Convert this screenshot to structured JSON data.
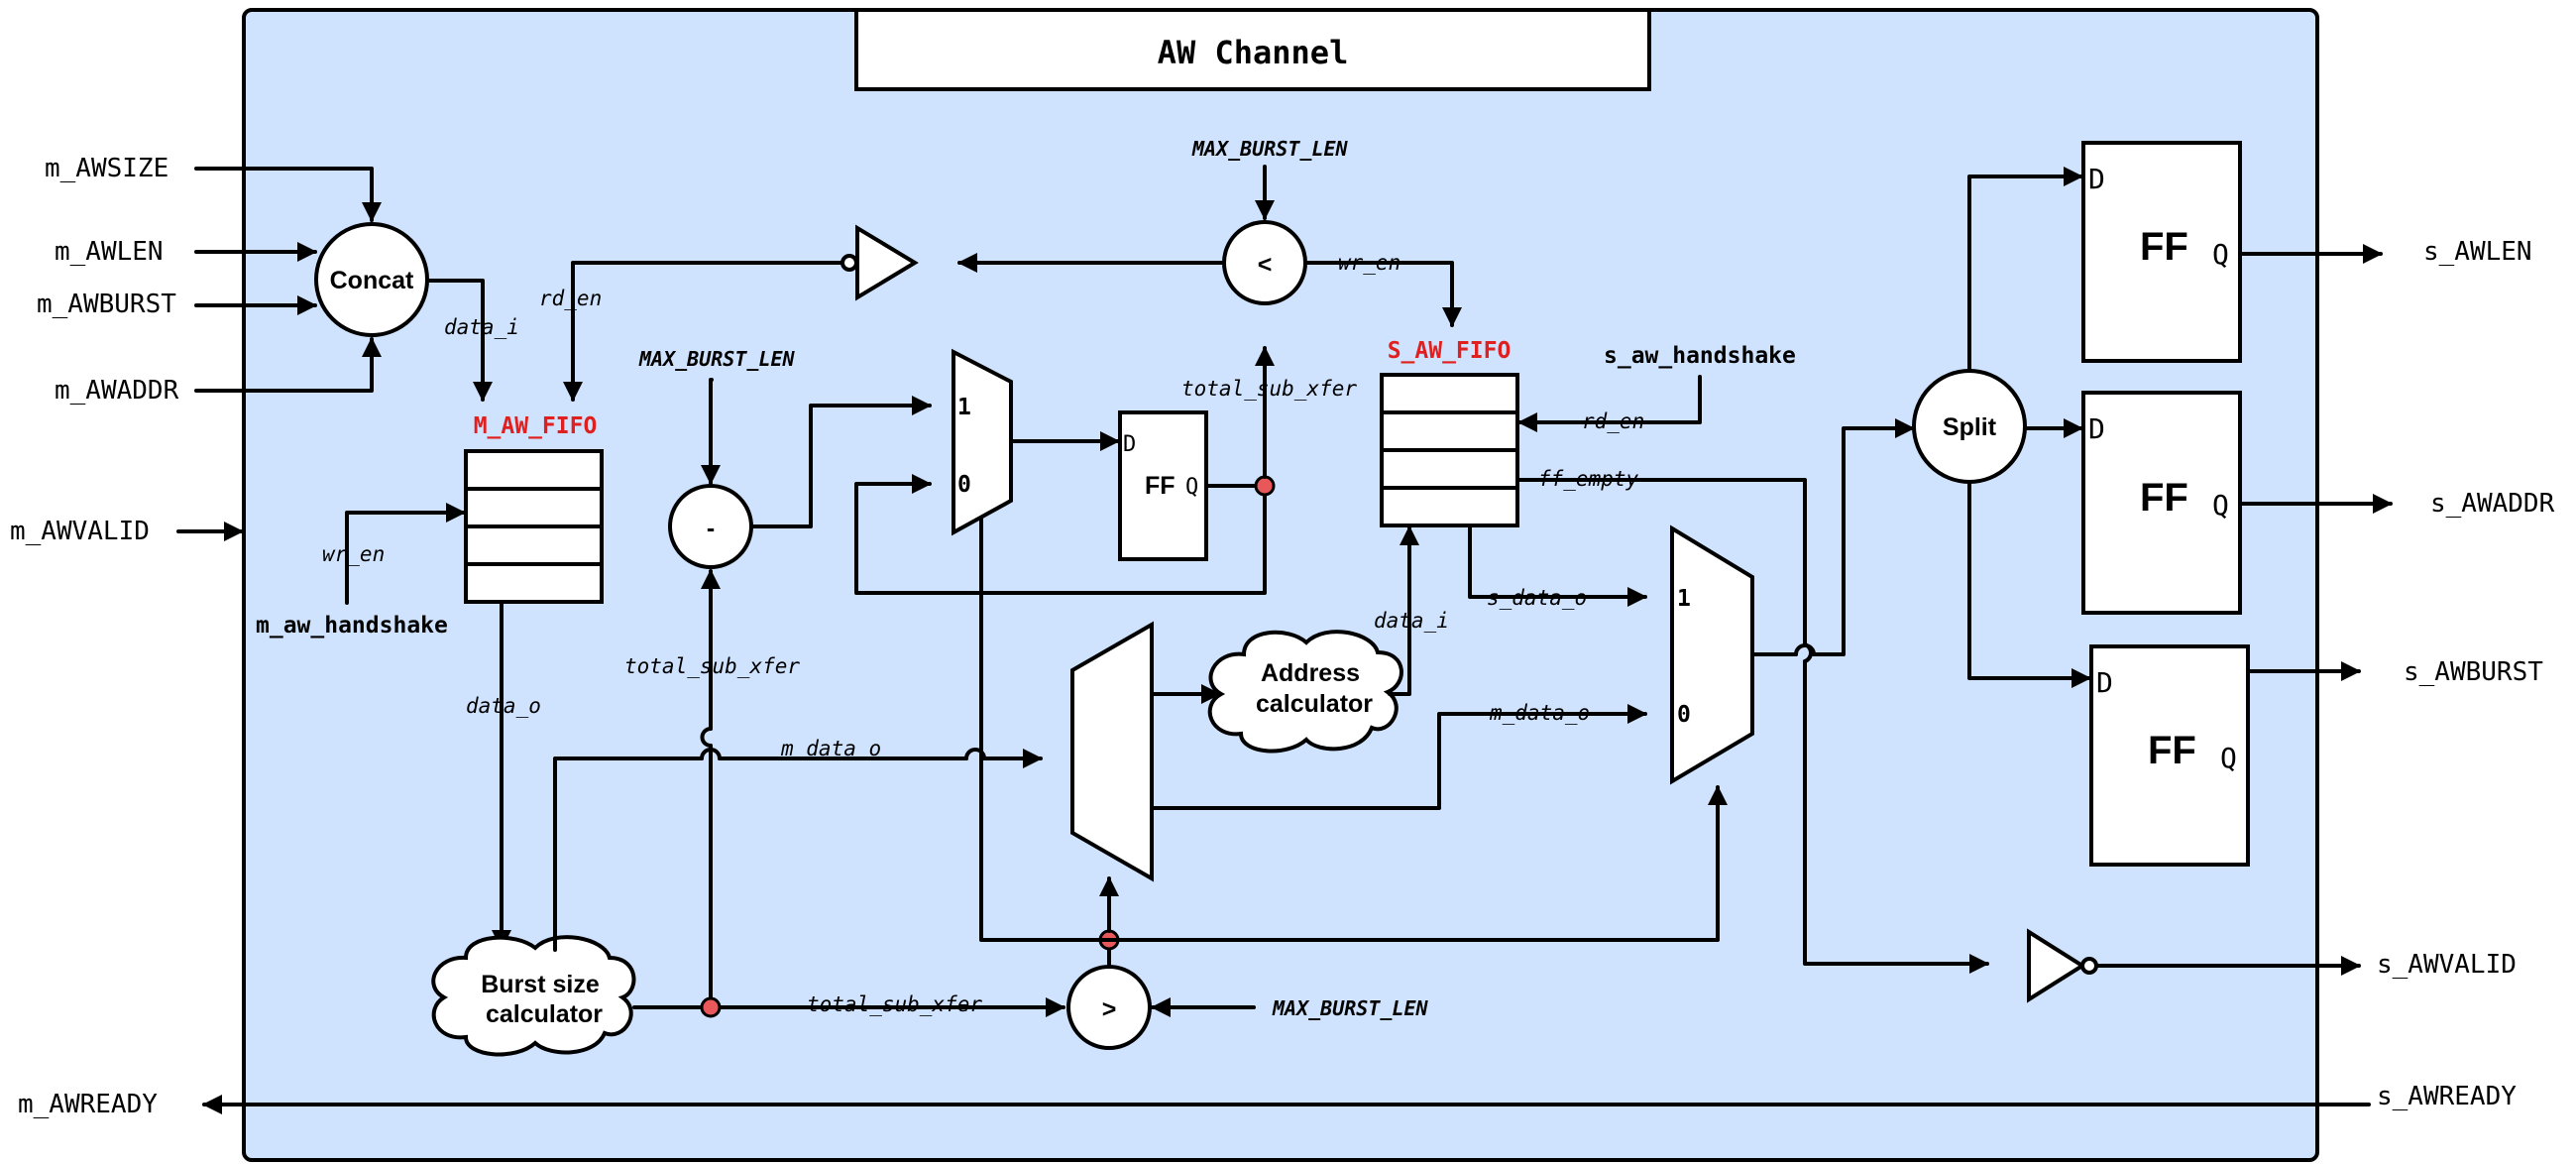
{
  "title": "AW Channel",
  "colors": {
    "panel": "#cfe3ff",
    "fifo_label": "#e0201f",
    "junction": "#e8585a"
  },
  "inputs": {
    "m_awsize": "m_AWSIZE",
    "m_awlen": "m_AWLEN",
    "m_awburst": "m_AWBURST",
    "m_awaddr": "m_AWADDR",
    "m_awvalid": "m_AWVALID",
    "m_awready": "m_AWREADY"
  },
  "outputs": {
    "s_awlen": "s_AWLEN",
    "s_awaddr": "s_AWADDR",
    "s_awburst": "s_AWBURST",
    "s_awvalid": "s_AWVALID",
    "s_awready": "s_AWREADY"
  },
  "blocks": {
    "concat": "Concat",
    "split": "Split",
    "m_aw_fifo": "M_AW_FIFO",
    "s_aw_fifo": "S_AW_FIFO",
    "minus": "-",
    "less_than": "<",
    "greater_than": ">",
    "ff": "FF",
    "d": "D",
    "q": "Q",
    "mux_one": "1",
    "mux_zero": "0",
    "burst_calc_line1": "Burst size",
    "burst_calc_line2": "calculator",
    "addr_calc_line1": "Address",
    "addr_calc_line2": "calculator"
  },
  "signals": {
    "data_i": "data_i",
    "rd_en": "rd_en",
    "wr_en": "wr_en",
    "data_o": "data_o",
    "total_sub_xfer": "total_sub_xfer",
    "max_burst_len": "MAX_BURST_LEN",
    "m_aw_handshake": "m_aw_handshake",
    "s_aw_handshake": "s_aw_handshake",
    "ff_empty": "ff_empty",
    "s_data_o": "s_data_o",
    "m_data_o": "m_data_o"
  }
}
